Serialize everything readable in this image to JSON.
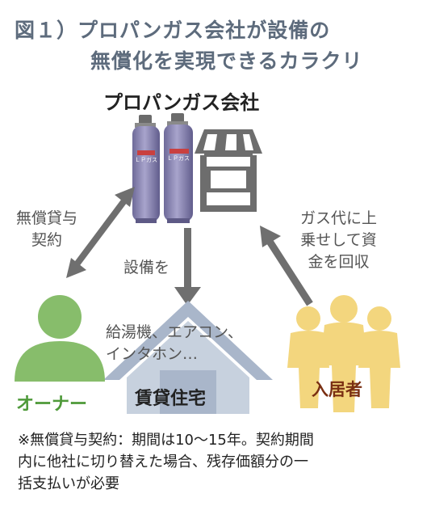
{
  "title": {
    "line1": "図１）プロパンガス会社が設備の",
    "line2": "無償化を実現できるカラクリ"
  },
  "nodes": {
    "company": "プロパンガス会社",
    "owner": "オーナー",
    "house": "賃貸住宅",
    "resident": "入居者"
  },
  "edges": {
    "loan_contract": [
      "無償貸与",
      "契約"
    ],
    "equipment": "設備を",
    "recover_cost": [
      "ガス代に上",
      "乗せして資",
      "金を回収"
    ]
  },
  "appliances": [
    "給湯機、エアコン、",
    "インタホン…"
  ],
  "cylinder_label": "ＬＰガス",
  "note": [
    "※無償貸与契約：期間は10〜15年。契約期間",
    "内に他社に切り替えた場合、残存価額分の一",
    "括支払いが必要"
  ],
  "colors": {
    "title": "#5d6b7c",
    "arrow": "#6f6f6f",
    "owner": "#87bd6b",
    "owner_text": "#4f9a3a",
    "resident": "#f3d67e",
    "resident_text": "#7a2f12",
    "house": "#a9b6ca",
    "house_wall": "#c7d1de",
    "cylinder": "#8d88b3",
    "shop": "#6d6d6d"
  }
}
